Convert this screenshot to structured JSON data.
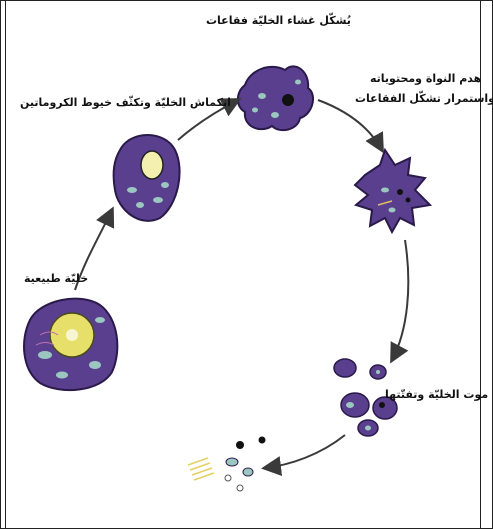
{
  "labels": {
    "stage_top": "يُشكّل غشاء الخليّة فقاعات",
    "stage_left_upper": "انكماش الخليّة وتكثّف خيوط الكروماتين",
    "stage_right_upper_line1": "هدم النواة ومحتوياته",
    "stage_right_upper_line2": "واستمرار تشكّل الفقاعات",
    "stage_left": "خليّة طبيعية",
    "stage_right_lower": "موت الخليّة وتفتّتها"
  },
  "colors": {
    "cell": "#5a3f8e",
    "cell_outline": "#2a1a4a",
    "nucleus": "#e6e06a",
    "organelle": "#9cc7c0",
    "arrow": "#3a3a3a",
    "dark_dot": "#111111"
  }
}
